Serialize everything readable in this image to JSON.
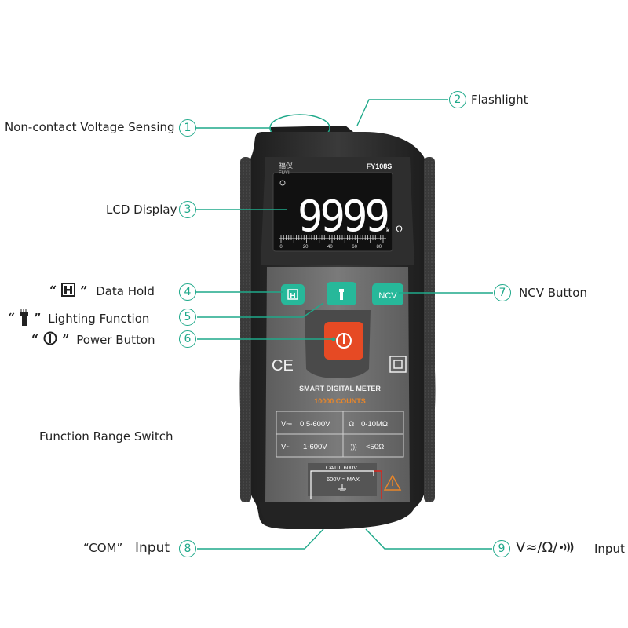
{
  "labels": {
    "ncv": "Non-contact Voltage Sensing",
    "flashlight": "Flashlight",
    "lcd": "LCD Display",
    "data_hold": "Data Hold",
    "ncv_button": "NCV Button",
    "lighting": "Lighting Function",
    "power": "Power Button",
    "range_switch": "Function Range Switch",
    "com": "“COM”",
    "com_input": "Input",
    "input9": "Input",
    "input9_symbols": "V≈/Ω/"
  },
  "numbers": [
    "1",
    "2",
    "3",
    "4",
    "5",
    "6",
    "7",
    "8",
    "9"
  ],
  "quotes": {
    "open": "“",
    "close": "”"
  },
  "device": {
    "brand_cn": "福仪",
    "brand": "FUYI",
    "model": "FY108S",
    "display_value": "9999",
    "display_unit_k": "k",
    "display_unit_ohm": "Ω",
    "scale_ticks": [
      "0",
      "20",
      "40",
      "60",
      "80"
    ],
    "btn_hold_label": "H",
    "btn_ncv_label": "NCV",
    "ce_mark": "CE",
    "title": "SMART DIGITAL METER",
    "counts": "10000 COUNTS",
    "specs": [
      {
        "key": "V⎓",
        "value": "0.5-600V"
      },
      {
        "key": "Ω",
        "value": "0-10MΩ"
      },
      {
        "key": "V~",
        "value": "1-600V"
      },
      {
        "key": "·)))",
        "value": "<50Ω"
      }
    ],
    "cat_rating": "CATIII 600V",
    "max_rating": "600V ≈ MAX"
  },
  "colors": {
    "accent": "#1fa98a",
    "body_outer": "#2b2b2b",
    "body_inner": "#6e6e6e",
    "button_green": "#27b89a",
    "button_red": "#e64a24",
    "counts_orange": "#e8862a",
    "jack_red": "#d9251c"
  }
}
